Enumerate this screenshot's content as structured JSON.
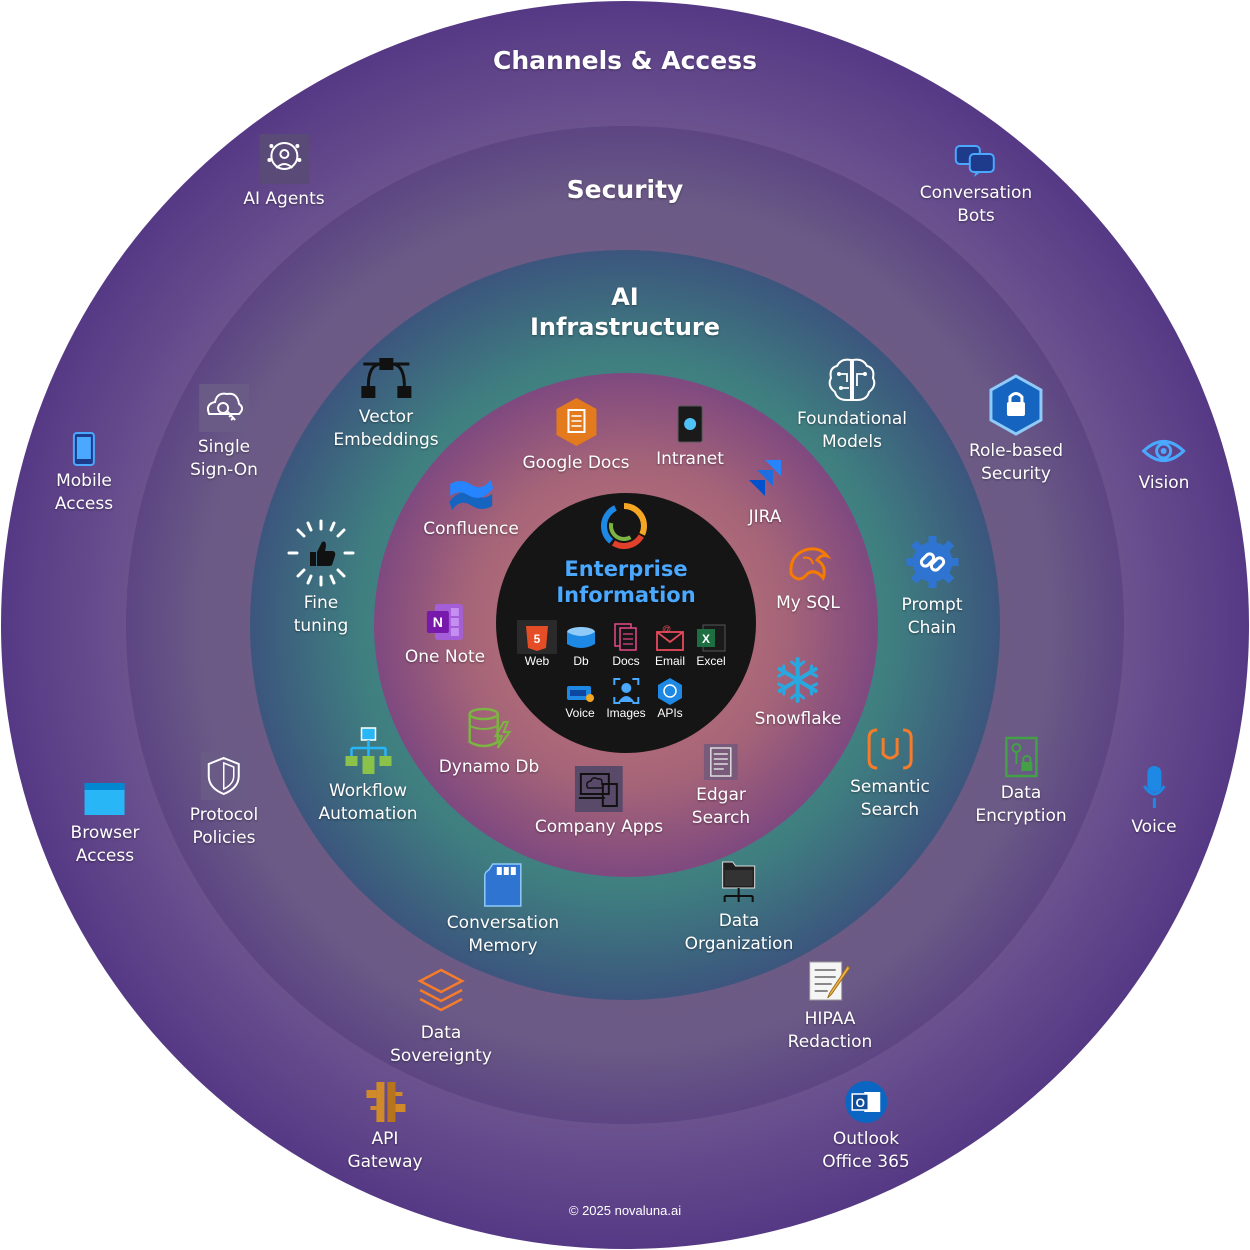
{
  "rings": {
    "outer_title": "Channels & Access",
    "security_title": "Security",
    "ai_title_line1": "AI",
    "ai_title_line2": "Infrastructure",
    "core_title_line1": "Enterprise",
    "core_title_line2": "Information"
  },
  "channels": {
    "ai_agents": "AI Agents",
    "conversation_bots_1": "Conversation",
    "conversation_bots_2": "Bots",
    "mobile_access_1": "Mobile",
    "mobile_access_2": "Access",
    "vision": "Vision",
    "browser_access_1": "Browser",
    "browser_access_2": "Access",
    "voice": "Voice",
    "api_gateway_1": "API",
    "api_gateway_2": "Gateway",
    "outlook_1": "Outlook",
    "outlook_2": "Office 365"
  },
  "security": {
    "sso_1": "Single",
    "sso_2": "Sign-On",
    "rbac_1": "Role-based",
    "rbac_2": "Security",
    "protocol_1": "Protocol",
    "protocol_2": "Policies",
    "encryption_1": "Data",
    "encryption_2": "Encryption",
    "sovereignty_1": "Data",
    "sovereignty_2": "Sovereignty",
    "hipaa_1": "HIPAA",
    "hipaa_2": "Redaction"
  },
  "ai": {
    "vector_1": "Vector",
    "vector_2": "Embeddings",
    "foundational_1": "Foundational",
    "foundational_2": "Models",
    "fine_1": "Fine",
    "fine_2": "tuning",
    "prompt_1": "Prompt",
    "prompt_2": "Chain",
    "workflow_1": "Workflow",
    "workflow_2": "Automation",
    "semantic_1": "Semantic",
    "semantic_2": "Search",
    "memory_1": "Conversation",
    "memory_2": "Memory",
    "organization_1": "Data",
    "organization_2": "Organization"
  },
  "sources": {
    "google_docs": "Google Docs",
    "intranet": "Intranet",
    "confluence": "Confluence",
    "jira": "JIRA",
    "mysql": "My SQL",
    "onenote": "One Note",
    "snowflake": "Snowflake",
    "dynamo": "Dynamo Db",
    "company_apps": "Company Apps",
    "edgar_1": "Edgar",
    "edgar_2": "Search"
  },
  "core_types": {
    "web": "Web",
    "db": "Db",
    "docs": "Docs",
    "email": "Email",
    "excel": "Excel",
    "voice": "Voice",
    "images": "Images",
    "apis": "APIs"
  },
  "footer": "© 2025 novaluna.ai",
  "colors": {
    "core_title": "#4aa8ff",
    "outer_ring": "#3a1a78",
    "core_bg": "#151515"
  }
}
